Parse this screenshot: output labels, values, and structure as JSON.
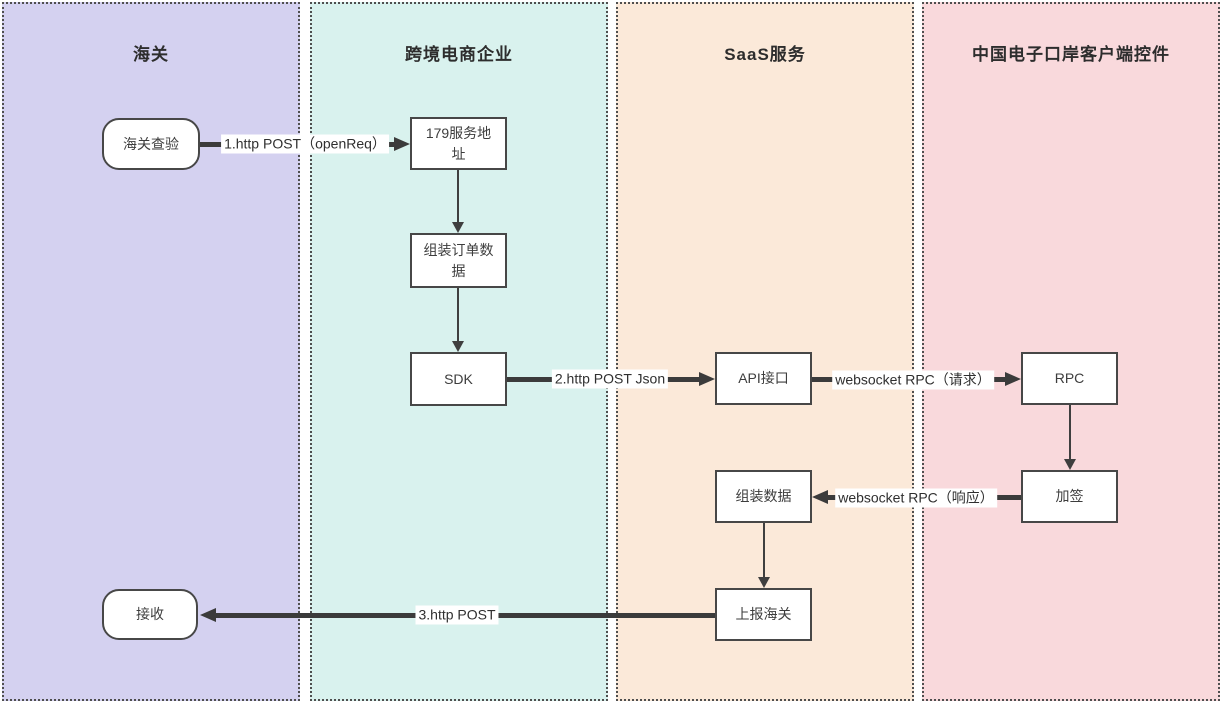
{
  "diagram_title": "cross-border-ecommerce-customs-flow",
  "lanes": [
    {
      "id": "customs",
      "title": "海关",
      "color": "#d4d1f0"
    },
    {
      "id": "ecommerce-enterprise",
      "title": "跨境电商企业",
      "color": "#d9f2ee"
    },
    {
      "id": "saas-service",
      "title": "SaaS服务",
      "color": "#fbe9d9"
    },
    {
      "id": "eport-client",
      "title": "中国电子口岸客户端控件",
      "color": "#f9d9dc"
    }
  ],
  "nodes": [
    {
      "id": "customs-inspection",
      "lane": "customs",
      "shape": "rounded",
      "label": "海关查验"
    },
    {
      "id": "service-179",
      "lane": "ecommerce-enterprise",
      "shape": "rect",
      "label": "179服务地址"
    },
    {
      "id": "assemble-order-data",
      "lane": "ecommerce-enterprise",
      "shape": "rect",
      "label": "组装订单数据"
    },
    {
      "id": "sdk",
      "lane": "ecommerce-enterprise",
      "shape": "rect",
      "label": "SDK"
    },
    {
      "id": "api-interface",
      "lane": "saas-service",
      "shape": "rect",
      "label": "API接口"
    },
    {
      "id": "rpc",
      "lane": "eport-client",
      "shape": "rect",
      "label": "RPC"
    },
    {
      "id": "sign",
      "lane": "eport-client",
      "shape": "rect",
      "label": "加签"
    },
    {
      "id": "assemble-data",
      "lane": "saas-service",
      "shape": "rect",
      "label": "组装数据"
    },
    {
      "id": "report-customs",
      "lane": "saas-service",
      "shape": "rect",
      "label": "上报海关"
    },
    {
      "id": "receive",
      "lane": "customs",
      "shape": "rounded",
      "label": "接收"
    }
  ],
  "edges": [
    {
      "from": "customs-inspection",
      "to": "service-179",
      "direction": "right",
      "label": "1.http POST（openReq）"
    },
    {
      "from": "service-179",
      "to": "assemble-order-data",
      "direction": "down",
      "label": ""
    },
    {
      "from": "assemble-order-data",
      "to": "sdk",
      "direction": "down",
      "label": ""
    },
    {
      "from": "sdk",
      "to": "api-interface",
      "direction": "right",
      "label": "2.http POST Json"
    },
    {
      "from": "api-interface",
      "to": "rpc",
      "direction": "right",
      "label": "websocket RPC（请求）"
    },
    {
      "from": "rpc",
      "to": "sign",
      "direction": "down",
      "label": ""
    },
    {
      "from": "sign",
      "to": "assemble-data",
      "direction": "left",
      "label": "websocket RPC（响应）"
    },
    {
      "from": "assemble-data",
      "to": "report-customs",
      "direction": "down",
      "label": ""
    },
    {
      "from": "report-customs",
      "to": "receive",
      "direction": "left",
      "label": "3.http POST"
    }
  ],
  "colors": {
    "lane_customs": "#d4d1f0",
    "lane_ecommerce": "#d9f2ee",
    "lane_saas": "#fbe9d9",
    "lane_eport": "#f9d9dc",
    "node_fill": "#ffffff",
    "node_border": "#474747",
    "arrow": "#3b3b3b",
    "lane_border": "#4f4f4f"
  }
}
